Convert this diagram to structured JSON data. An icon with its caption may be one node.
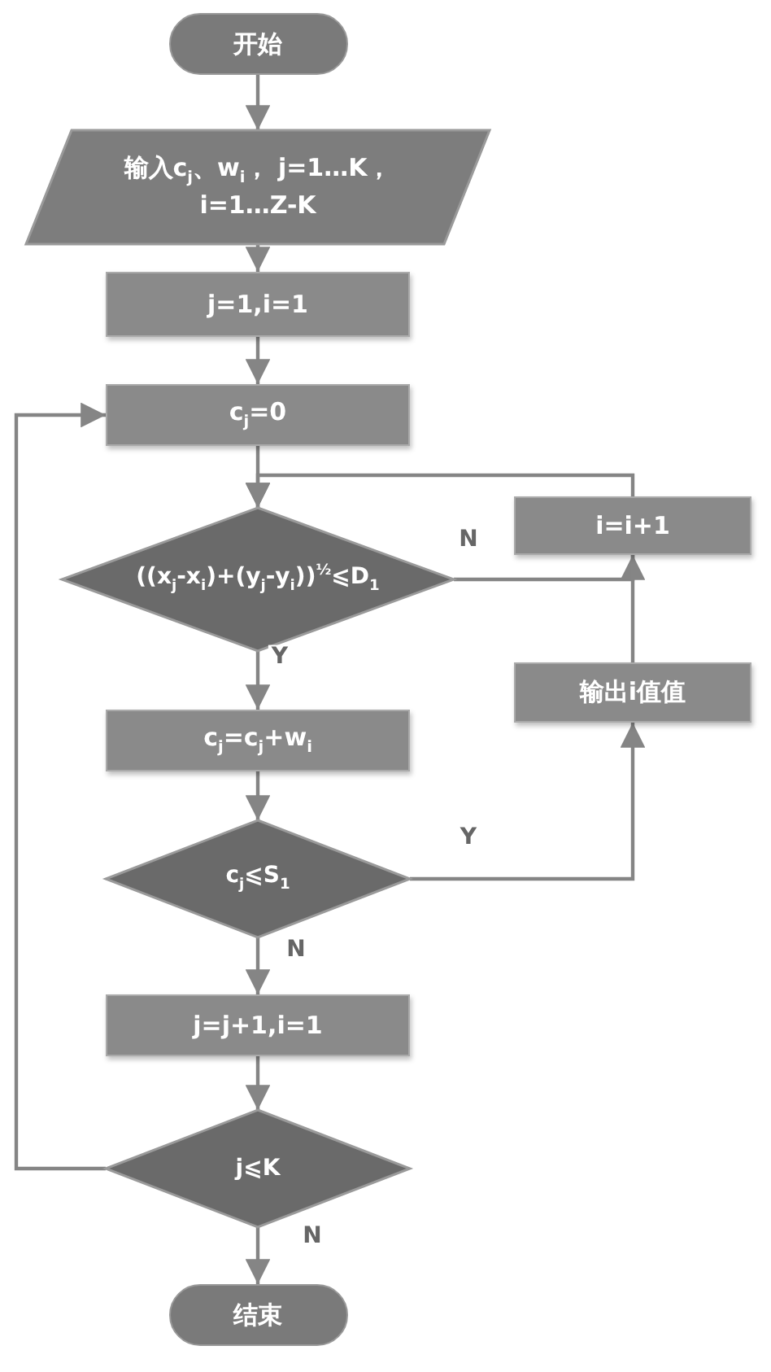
{
  "diagram": {
    "nodes": [
      {
        "text": [
          "开始"
        ]
      },
      {
        "text": [
          "输入c$_{j}$、w$_{i}$， j=1…K， i=1…Z-K"
        ]
      },
      {
        "text": [
          "j=1,i=1"
        ]
      },
      {
        "text": [
          "c$_{j}$=0"
        ]
      },
      {
        "text": [
          "((x$_{j}$-x$_{i}$)+(y$_{j}$-y$_{i}$))$^{½}$⩽D$_{1}$"
        ]
      },
      {
        "text": [
          "i=i+1"
        ]
      },
      {
        "text": [
          "输出i值值"
        ]
      },
      {
        "text": [
          "c$_{j}$=c$_{j}$+w$_{i}$"
        ]
      },
      {
        "text": [
          "c$_{j}$⩽S$_{1}$"
        ]
      },
      {
        "text": [
          "j=j+1,i=1"
        ]
      },
      {
        "text": [
          "j⩽K"
        ]
      },
      {
        "text": [
          "结束"
        ]
      }
    ],
    "edges": [
      {
        "from": 0,
        "to": 1,
        "arrow": "to"
      },
      {
        "from": 1,
        "to": 2,
        "arrow": "to"
      },
      {
        "from": 2,
        "to": 3,
        "arrow": "to"
      },
      {
        "from": 3,
        "to": 4,
        "arrow": "to"
      },
      {
        "from": 4,
        "to": 7,
        "arrow": "to",
        "label": "Y"
      },
      {
        "from": 4,
        "to": 5,
        "arrow": "to",
        "label": "N"
      },
      {
        "from": 5,
        "to": 4,
        "arrow": "to"
      },
      {
        "from": 7,
        "to": 8,
        "arrow": "to"
      },
      {
        "from": 8,
        "to": 6,
        "arrow": "to",
        "label": "Y"
      },
      {
        "from": 6,
        "to": 5,
        "arrow": "to"
      },
      {
        "from": 8,
        "to": 9,
        "arrow": "to",
        "label": "N"
      },
      {
        "from": 9,
        "to": 10,
        "arrow": "to"
      },
      {
        "from": 10,
        "to": 3,
        "arrow": "to"
      },
      {
        "from": 10,
        "to": 11,
        "arrow": "to",
        "label": "N"
      }
    ]
  }
}
